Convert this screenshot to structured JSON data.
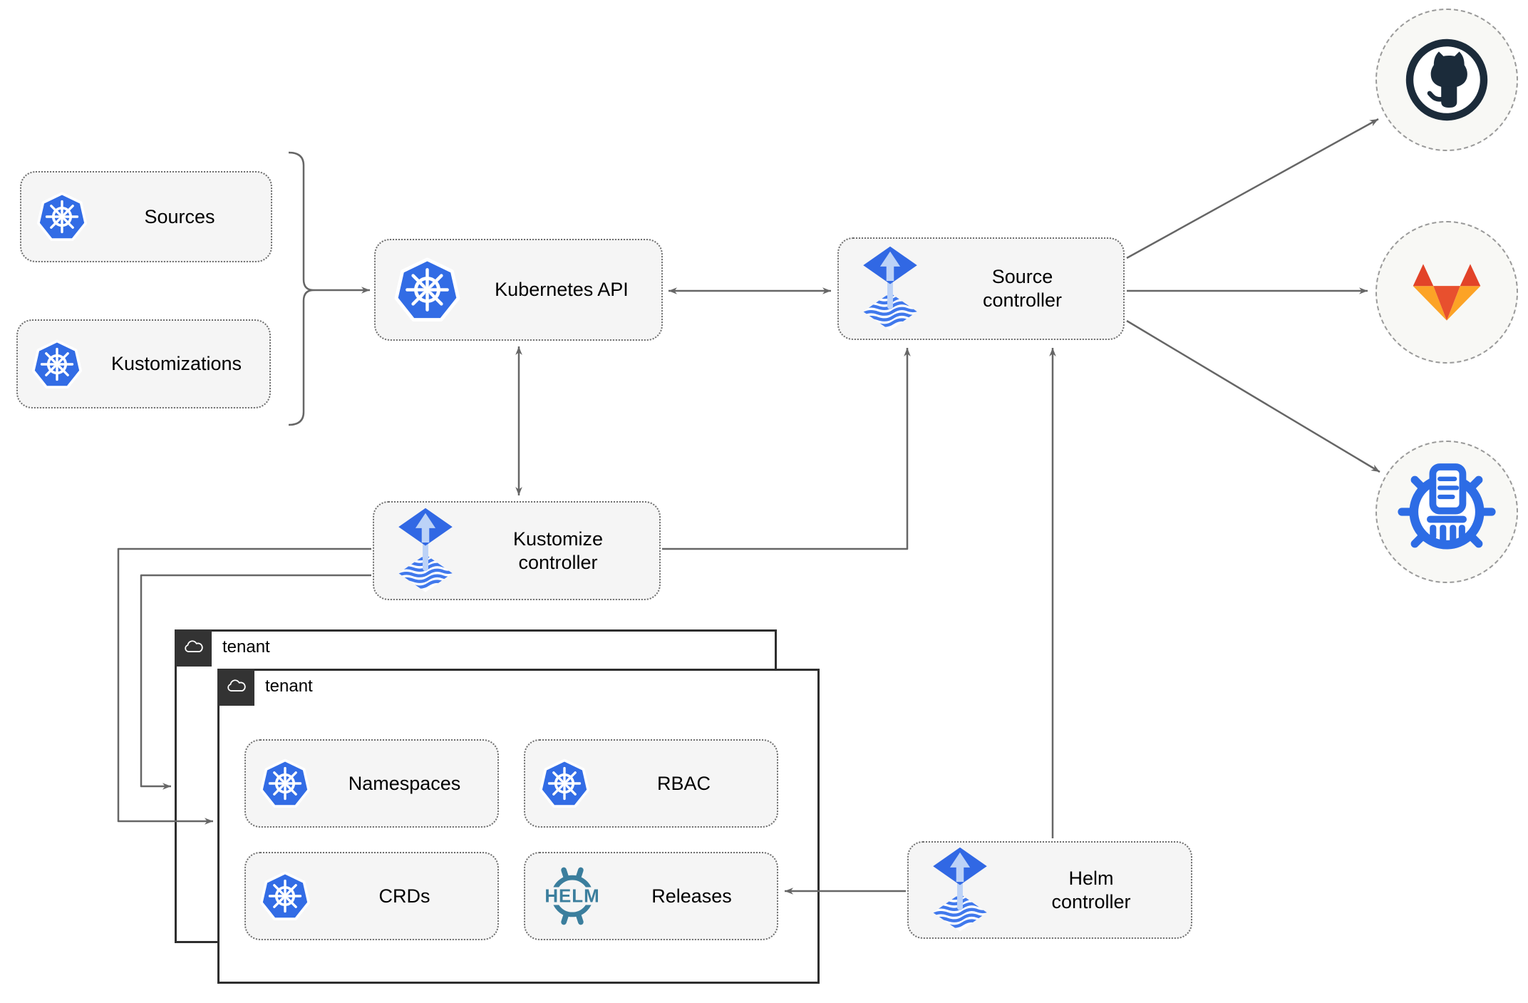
{
  "nodes": {
    "sources": {
      "label": "Sources"
    },
    "kustomizations": {
      "label": "Kustomizations"
    },
    "kubernetes_api": {
      "label": "Kubernetes API"
    },
    "source_controller": {
      "label": "Source controller"
    },
    "kustomize_controller": {
      "label": "Kustomize controller"
    },
    "helm_controller": {
      "label": "Helm controller"
    },
    "namespaces": {
      "label": "Namespaces"
    },
    "rbac": {
      "label": "RBAC"
    },
    "crds": {
      "label": "CRDs"
    },
    "releases": {
      "label": "Releases"
    }
  },
  "groups": [
    {
      "label": "tenant"
    },
    {
      "label": "tenant"
    }
  ],
  "icons": {
    "helm_logo_text": "HELM",
    "kubernetes": "kubernetes-wheel-icon",
    "flux": "flux-controller-icon",
    "helm_wheel": "helm-wheel-icon",
    "github": "github-octocat-icon",
    "gitlab": "gitlab-fox-icon",
    "helm_repository": "helm-repository-wheel-icon",
    "cloud": "cloud-icon"
  },
  "colors": {
    "kubernetes_blue": "#326CE5",
    "flux_blue": "#3168E4",
    "flux_arrow_light": "#BCD2F7",
    "helm_teal": "#3B7E9D",
    "helm_repo_blue": "#2D6CE5",
    "github_dark": "#1B2B3A",
    "gitlab_red": "#E24329",
    "gitlab_orange": "#FC6D26",
    "gitlab_light_orange": "#FCA326",
    "connector_gray": "#666666",
    "node_background": "#F5F5F5",
    "tenant_border_dark": "#333333"
  }
}
